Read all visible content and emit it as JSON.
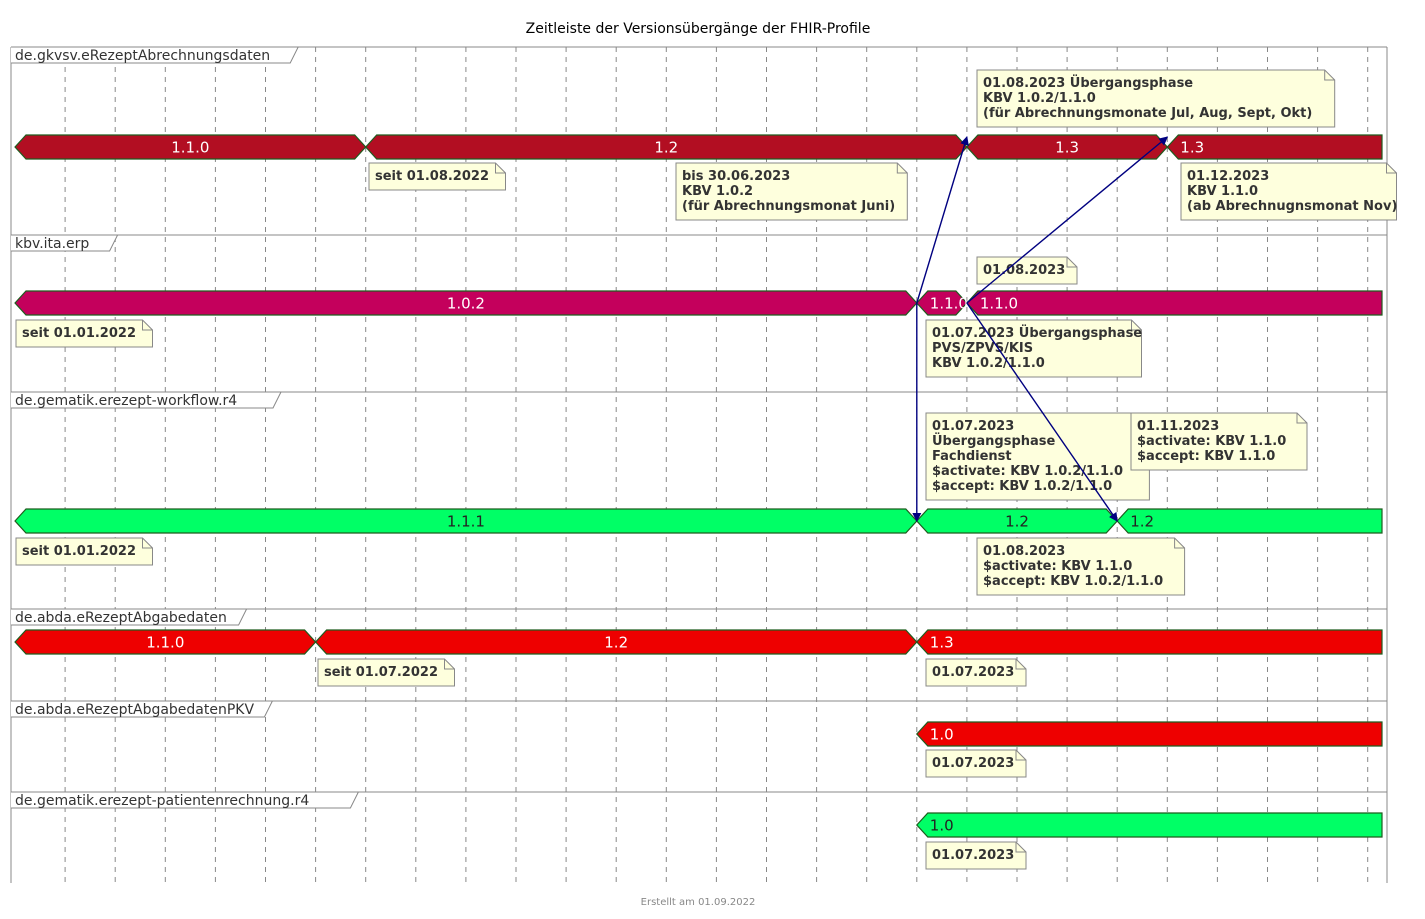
{
  "title": "Zeitleiste der Versionsübergänge der FHIR-Profile",
  "footer": "Erstellt am 01.09.2022",
  "colors": {
    "dark_red": "#B20E22",
    "magenta": "#C4005C",
    "green": "#00FF66",
    "red": "#EE0000",
    "note_bg": "#FEFFDD",
    "arrow": "#000080",
    "border": "#1E5C1E"
  },
  "lanes": [
    {
      "name": "de.gkvsv.eRezeptAbrechnungsdaten",
      "color": "#B20E22",
      "text_color": "#ffffff",
      "bars": [
        {
          "label": "1.1.0",
          "start": "2022-01-01",
          "end": "2022-08-01"
        },
        {
          "label": "1.2",
          "start": "2022-08-01",
          "end": "2023-08-01"
        },
        {
          "label": "1.3",
          "start": "2023-08-01",
          "end": "2023-12-01"
        },
        {
          "label": "1.3",
          "start": "2023-12-01",
          "end": null
        }
      ],
      "notes": [
        {
          "lines": [
            "seit 01.08.2022"
          ],
          "at": "2022-08-01",
          "position": "below"
        },
        {
          "lines": [
            "bis 30.06.2023",
            "KBV 1.0.2",
            "(für Abrechnungsmonat Juni)"
          ],
          "at": "2023-03-01",
          "position": "below"
        },
        {
          "lines": [
            "01.08.2023 Übergangsphase",
            "KBV 1.0.2/1.1.0",
            "(für Abrechnungsmonate Jul, Aug, Sept, Okt)"
          ],
          "at": "2023-08-01",
          "position": "above"
        },
        {
          "lines": [
            "01.12.2023",
            "KBV 1.1.0",
            "(ab Abrechnugnsmonat Nov)"
          ],
          "at": "2023-12-01",
          "position": "below"
        }
      ]
    },
    {
      "name": "kbv.ita.erp",
      "color": "#C4005C",
      "text_color": "#ffffff",
      "bars": [
        {
          "label": "1.0.2",
          "start": "2022-01-01",
          "end": "2023-07-01"
        },
        {
          "label": "1.1.0",
          "start": "2023-07-01",
          "end": "2023-08-01"
        },
        {
          "label": "1.1.0",
          "start": "2023-08-01",
          "end": null
        }
      ],
      "notes": [
        {
          "lines": [
            "01.08.2023"
          ],
          "at": "2023-08-01",
          "position": "above"
        },
        {
          "lines": [
            "seit 01.01.2022"
          ],
          "at": "2022-01-01",
          "position": "below"
        },
        {
          "lines": [
            "01.07.2023 Übergangsphase",
            "PVS/ZPVS/KIS",
            "KBV 1.0.2/1.1.0"
          ],
          "at": "2023-07-01",
          "position": "below"
        }
      ]
    },
    {
      "name": "de.gematik.erezept-workflow.r4",
      "color": "#00FF66",
      "text_color": "#222222",
      "bars": [
        {
          "label": "1.1.1",
          "start": "2022-01-01",
          "end": "2023-07-01"
        },
        {
          "label": "1.2",
          "start": "2023-07-01",
          "end": "2023-11-01"
        },
        {
          "label": "1.2",
          "start": "2023-11-01",
          "end": null
        }
      ],
      "notes": [
        {
          "lines": [
            "01.07.2023",
            "Übergangsphase",
            "Fachdienst",
            "$activate: KBV 1.0.2/1.1.0",
            "$accept: KBV 1.0.2/1.1.0"
          ],
          "at": "2023-07-01",
          "position": "above"
        },
        {
          "lines": [
            "01.11.2023",
            "$activate: KBV 1.1.0",
            "$accept: KBV 1.1.0"
          ],
          "at": "2023-11-01",
          "position": "above"
        },
        {
          "lines": [
            "seit 01.01.2022"
          ],
          "at": "2022-01-01",
          "position": "below"
        },
        {
          "lines": [
            "01.08.2023",
            "$activate: KBV 1.1.0",
            "$accept: KBV 1.0.2/1.1.0"
          ],
          "at": "2023-08-01",
          "position": "below"
        }
      ]
    },
    {
      "name": "de.abda.eRezeptAbgabedaten",
      "color": "#EE0000",
      "text_color": "#ffffff",
      "bars": [
        {
          "label": "1.1.0",
          "start": "2022-01-01",
          "end": "2022-07-01"
        },
        {
          "label": "1.2",
          "start": "2022-07-01",
          "end": "2023-07-01"
        },
        {
          "label": "1.3",
          "start": "2023-07-01",
          "end": null
        }
      ],
      "notes": [
        {
          "lines": [
            "seit 01.07.2022"
          ],
          "at": "2022-07-01",
          "position": "below"
        },
        {
          "lines": [
            "01.07.2023"
          ],
          "at": "2023-07-01",
          "position": "below"
        }
      ]
    },
    {
      "name": "de.abda.eRezeptAbgabedatenPKV",
      "color": "#EE0000",
      "text_color": "#ffffff",
      "bars": [
        {
          "label": "1.0",
          "start": "2023-07-01",
          "end": null
        }
      ],
      "notes": [
        {
          "lines": [
            "01.07.2023"
          ],
          "at": "2023-07-01",
          "position": "below"
        }
      ]
    },
    {
      "name": "de.gematik.erezept-patientenrechnung.r4",
      "color": "#00FF66",
      "text_color": "#222222",
      "bars": [
        {
          "label": "1.0",
          "start": "2023-07-01",
          "end": null
        }
      ],
      "notes": [
        {
          "lines": [
            "01.07.2023"
          ],
          "at": "2023-07-01",
          "position": "below"
        }
      ]
    }
  ],
  "arrows": [
    {
      "from": "kbv.ita.erp:1.1.0@2023-07-01",
      "to": "de.gkvsv.eRezeptAbrechnungsdaten:1.3@2023-08-01"
    },
    {
      "from": "kbv.ita.erp:1.1.0@2023-07-01",
      "to": "de.gematik.erezept-workflow.r4:1.2@2023-07-01"
    },
    {
      "from": "kbv.ita.erp:1.1.0@2023-08-01",
      "to": "de.gkvsv.eRezeptAbrechnungsdaten:1.3@2023-12-01"
    },
    {
      "from": "kbv.ita.erp:1.1.0@2023-08-01",
      "to": "de.gematik.erezept-workflow.r4:1.2@2023-11-01"
    }
  ]
}
